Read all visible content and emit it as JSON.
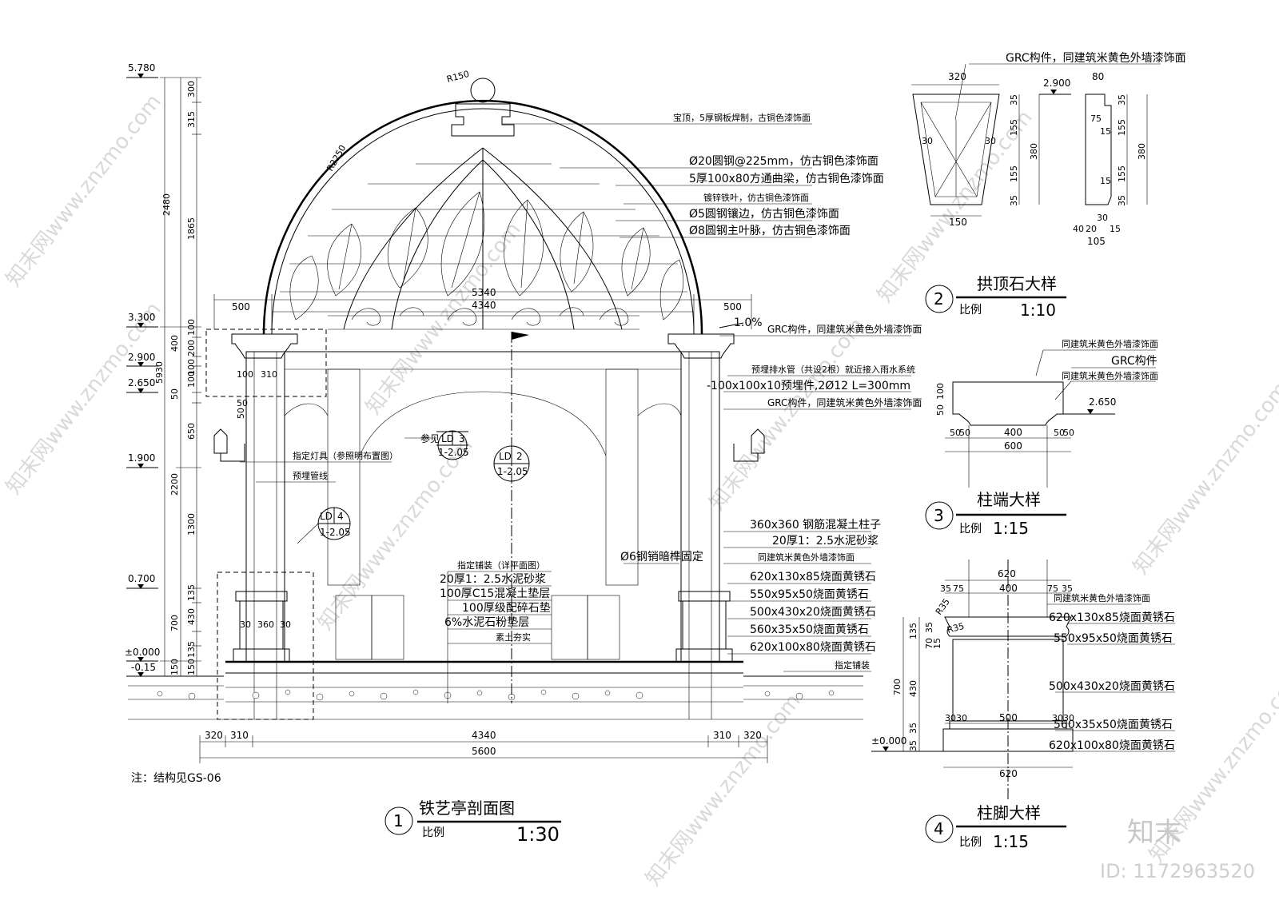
{
  "elevations": [
    "5.780",
    "3.300",
    "2.900",
    "2.650",
    "1.900",
    "0.700",
    "±0.000",
    "-0.15"
  ],
  "left_dims": [
    "300",
    "315",
    "2480",
    "1865",
    "5930",
    "400",
    "100",
    "200",
    "100",
    "50",
    "100",
    "650",
    "2200",
    "1300",
    "135",
    "700",
    "430",
    "135",
    "150",
    "150"
  ],
  "section": {
    "radius_labels": [
      "R150",
      "R2250"
    ],
    "span_dims": [
      "5340",
      "4340",
      "500",
      "500",
      "1.0%"
    ],
    "local_dims": [
      "100",
      "310",
      "50",
      "50",
      "30",
      "360",
      "30"
    ],
    "bottom_dims": [
      "320",
      "310",
      "4340",
      "310",
      "320",
      "5600"
    ],
    "top_notes": [
      "宝顶，5厚钢板焊制，古铜色漆饰面",
      "Ø20圆钢@225mm，仿古铜色漆饰面",
      "5厚100x80方通曲梁，仿古铜色漆饰面",
      "镀锌铁叶，仿古铜色漆饰面",
      "Ø5圆钢镶边，仿古铜色漆饰面",
      "Ø8圆钢主叶脉，仿古铜色漆饰面"
    ],
    "right_notes": [
      "GRC构件，同建筑米黄色外墙漆饰面",
      "预埋排水管（共设2根）就近接入雨水系统",
      "-100x100x10预埋件,2Ø12 L=300mm",
      "GRC构件，同建筑米黄色外墙漆饰面"
    ],
    "column_notes": [
      "360x360 钢筋混凝土柱子",
      "20厚1：2.5水泥砂浆",
      "同建筑米黄色外墙漆饰面",
      "Ø6钢销暗榫固定",
      "620x130x85烧面黄锈石",
      "550x95x50烧面黄锈石",
      "500x430x20烧面黄锈石",
      "560x35x50烧面黄锈石",
      "620x100x80烧面黄锈石",
      "指定铺装"
    ],
    "floor_notes": [
      "指定铺装（详平面图）",
      "20厚1：2.5水泥砂浆",
      "100厚C15混凝土垫层",
      "100厚级配碎石垫",
      "6%水泥石粉垫层",
      "素土夯实"
    ],
    "left_notes": [
      "指定灯具（参照明布置图）",
      "预埋管线",
      "参见"
    ],
    "callouts": [
      {
        "top": "LD",
        "num": "3",
        "ref": "1-2.05"
      },
      {
        "top": "LD",
        "num": "2",
        "ref": "1-2.05"
      },
      {
        "top": "LD",
        "num": "4",
        "ref": "1-2.05"
      }
    ],
    "note": "注：结构见GS-06",
    "title_num": "1",
    "title": "铁艺亭剖面图",
    "scale_label": "比例",
    "scale": "1:30"
  },
  "detail2": {
    "note": "GRC构件，同建筑米黄色外墙漆饰面",
    "elev": "2.900",
    "dims_top": [
      "320",
      "80"
    ],
    "dims_v": [
      "35",
      "155",
      "155",
      "35",
      "380",
      "35",
      "155",
      "155",
      "35",
      "380"
    ],
    "dims_inner": [
      "30",
      "30",
      "75",
      "15",
      "15"
    ],
    "dims_bottom": [
      "150",
      "40",
      "20",
      "15",
      "30",
      "105"
    ],
    "num": "2",
    "title": "拱顶石大样",
    "scale_label": "比例",
    "scale": "1:10"
  },
  "detail3": {
    "notes": [
      "同建筑米黄色外墙漆饰面",
      "GRC构件",
      "同建筑米黄色外墙漆饰面"
    ],
    "elev": "2.650",
    "dims_v": [
      "50",
      "100"
    ],
    "dims": [
      "50",
      "50",
      "400",
      "50",
      "50",
      "600"
    ],
    "num": "3",
    "title": "柱端大样",
    "scale_label": "比例",
    "scale": "1:15"
  },
  "detail4": {
    "notes": [
      "同建筑米黄色外墙漆饰面",
      "620x130x85烧面黄锈石",
      "550x95x50烧面黄锈石",
      "500x430x20烧面黄锈石",
      "560x35x50烧面黄锈石",
      "620x100x80烧面黄锈石"
    ],
    "elev": "±0.000",
    "dims_top": [
      "620",
      "400",
      "35",
      "75",
      "75",
      "35"
    ],
    "radius": [
      "R35",
      "R35"
    ],
    "dims_v": [
      "135",
      "35",
      "70",
      "15",
      "430",
      "700",
      "35",
      "35"
    ],
    "dims_mid": [
      "30",
      "30",
      "500",
      "30",
      "30"
    ],
    "dims_bottom": [
      "620"
    ],
    "num": "4",
    "title": "柱脚大样",
    "scale_label": "比例",
    "scale": "1:15"
  },
  "watermark": {
    "logo": "知末",
    "id": "ID: 1172963520",
    "text": "知末网www.znzmo.com"
  }
}
